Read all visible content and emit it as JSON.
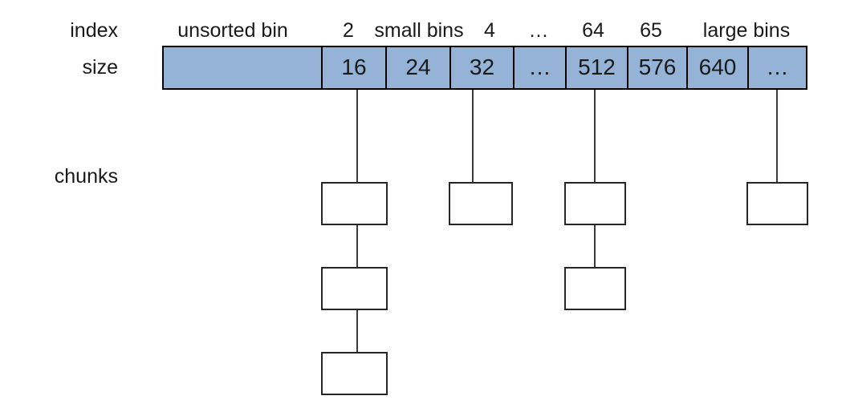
{
  "labels": {
    "index": "index",
    "size": "size",
    "chunks": "chunks"
  },
  "index_row": [
    {
      "text": "unsorted bin"
    },
    {
      "text": "2"
    },
    {
      "text": "small bins"
    },
    {
      "text": "4"
    },
    {
      "text": "…"
    },
    {
      "text": "64"
    },
    {
      "text": "65"
    },
    {
      "text": "large bins"
    }
  ],
  "size_row": [
    {
      "label": ""
    },
    {
      "label": "16"
    },
    {
      "label": "24"
    },
    {
      "label": "32"
    },
    {
      "label": "…"
    },
    {
      "label": "512"
    },
    {
      "label": "576"
    },
    {
      "label": "640"
    },
    {
      "label": "…"
    }
  ],
  "diagram": {
    "description": "heap bins: unsorted bin, small bins and large bins with free chunk lists hanging from bins",
    "chains": [
      {
        "under_bin_size": "16",
        "chunk_count": 3
      },
      {
        "under_bin_size": "32",
        "chunk_count": 1
      },
      {
        "under_bin_size": "512",
        "chunk_count": 2
      },
      {
        "under_bin_size": "large bin …",
        "chunk_count": 1
      }
    ]
  },
  "colors": {
    "bin_fill": "#95b3d7",
    "bar_border": "#000000",
    "chunk_border": "#262626",
    "connector": "#3c3c3c",
    "text": "#1a1a1a",
    "background": "#ffffff"
  }
}
